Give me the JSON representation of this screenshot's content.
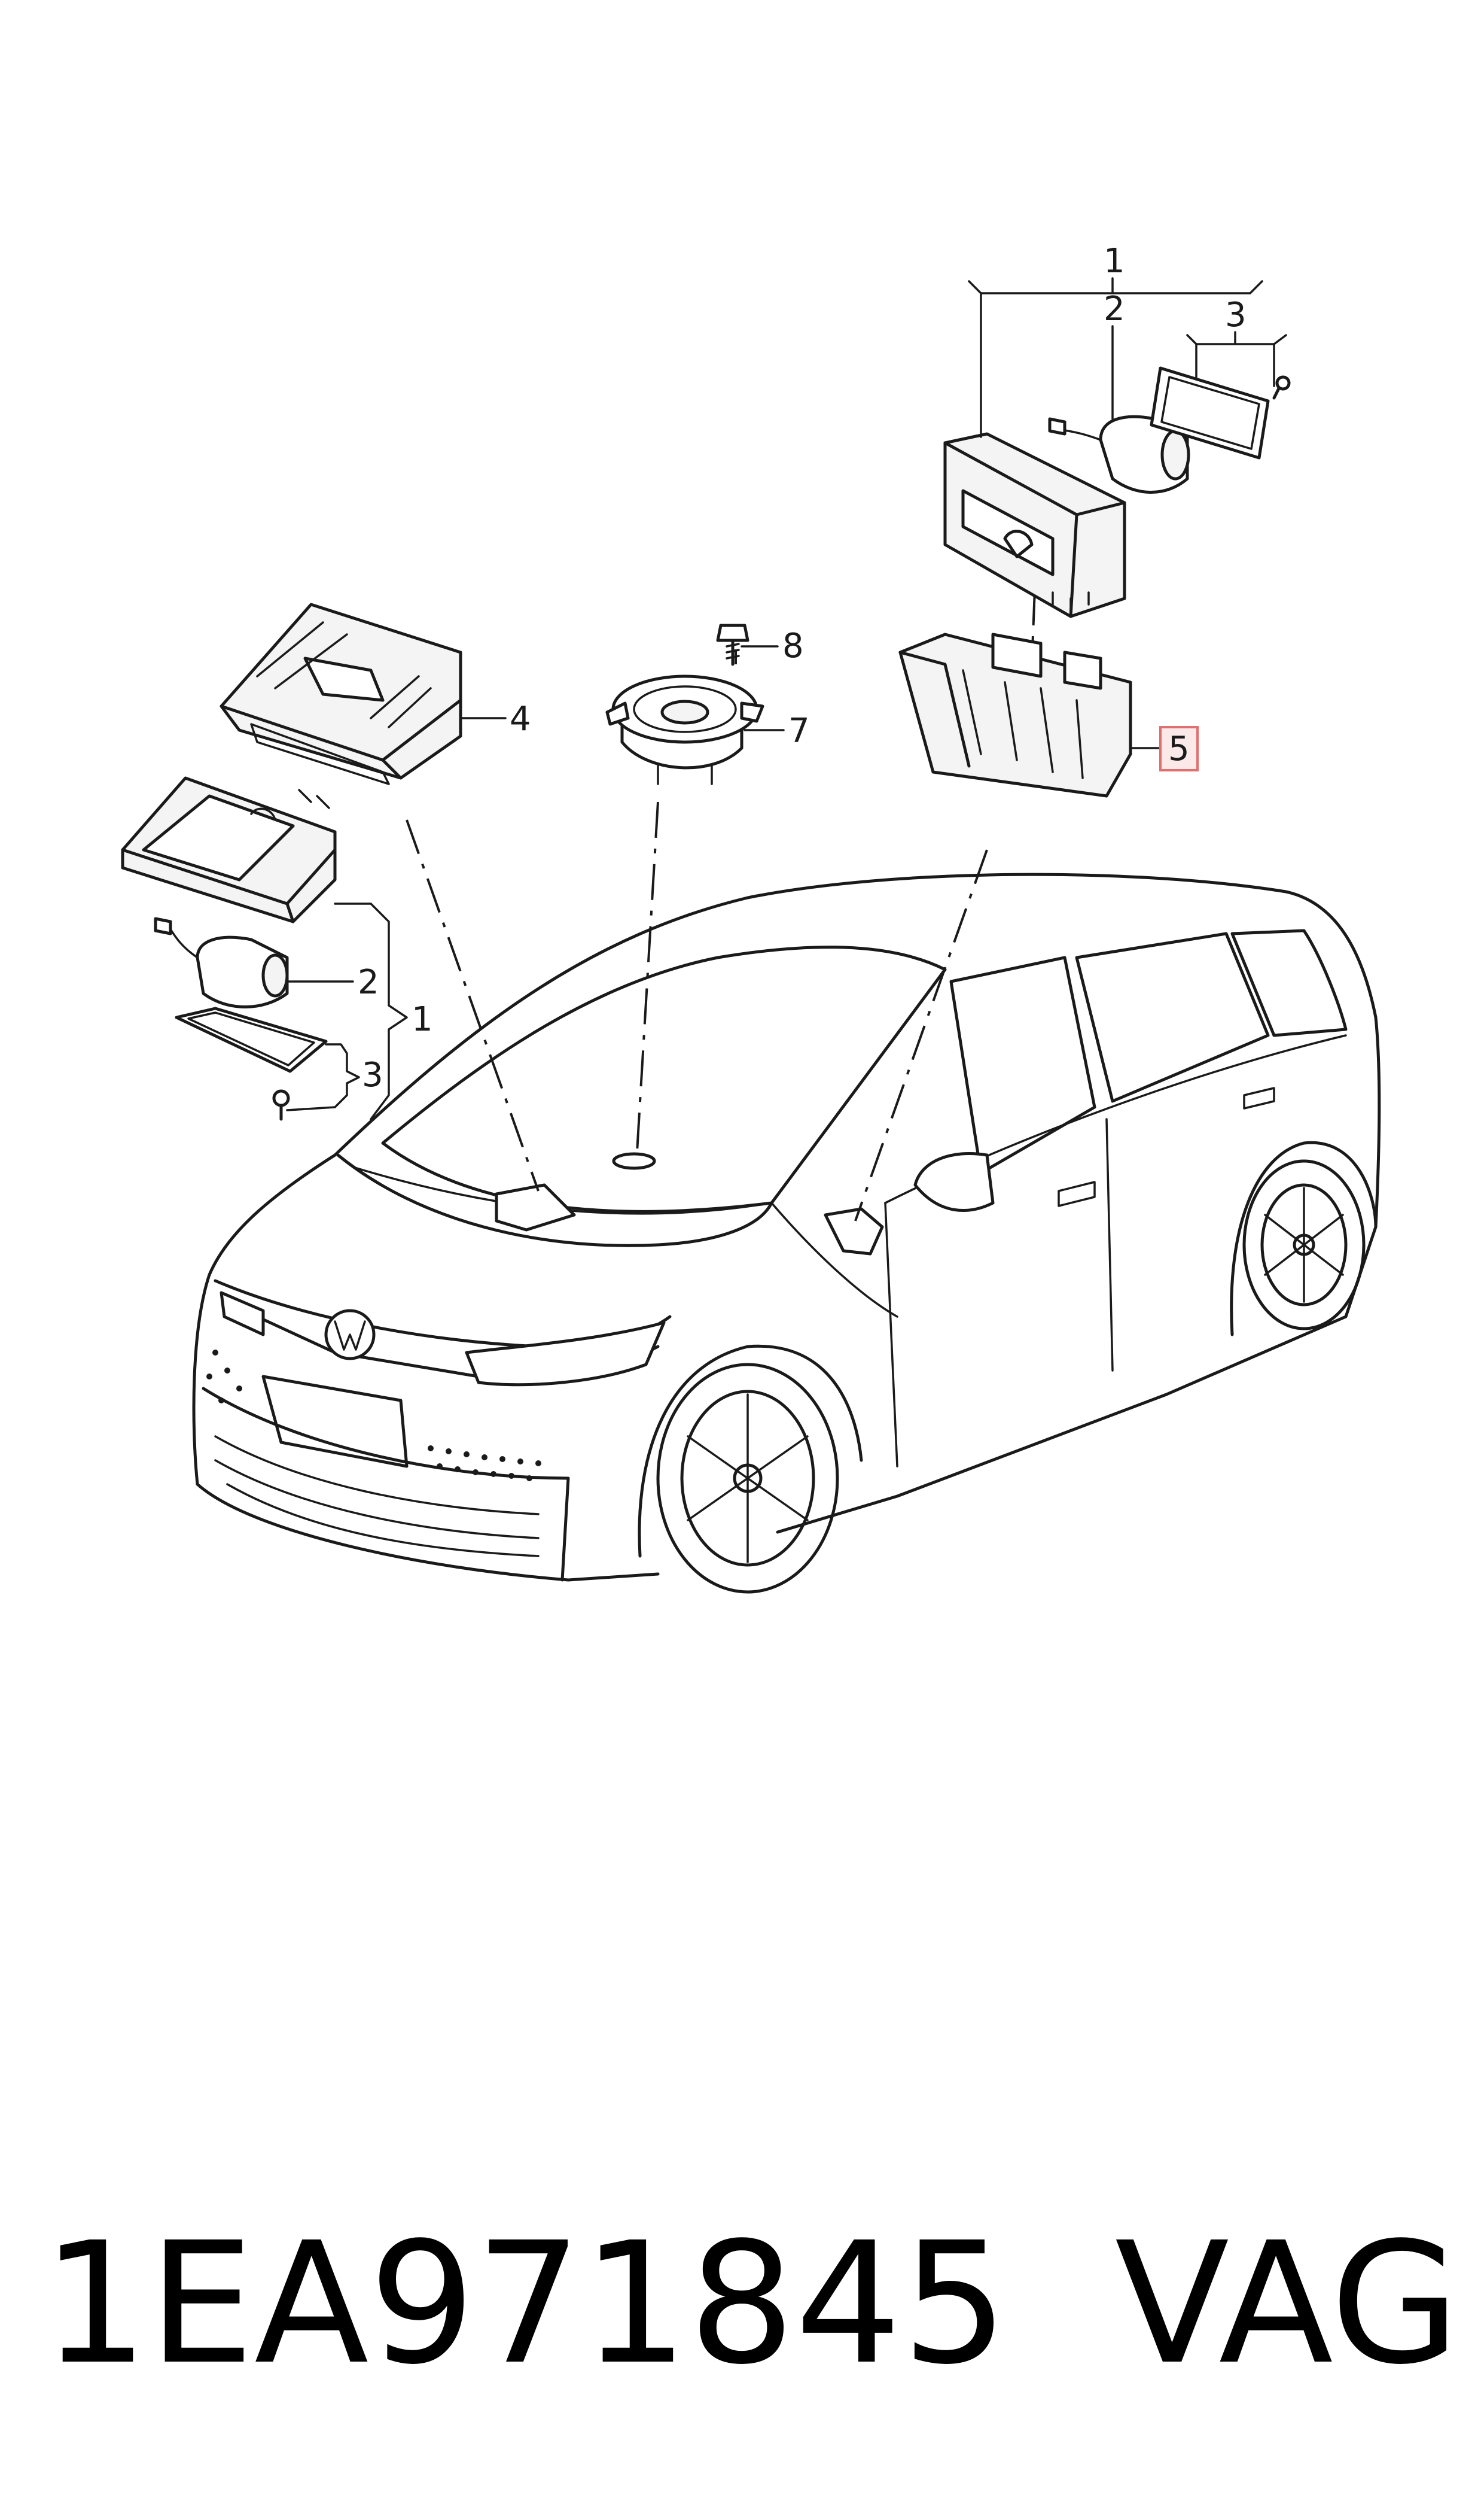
{
  "callouts": {
    "c1_top": "1",
    "c2_top": "2",
    "c3_top": "3",
    "c4": "4",
    "c5": "5",
    "c7": "7",
    "c8": "8",
    "c2_left": "2",
    "c1_left": "1",
    "c3_left": "3"
  },
  "highlight_color": "#e07070",
  "footer": {
    "part_number": "1EA971845",
    "brand": "VAG"
  }
}
